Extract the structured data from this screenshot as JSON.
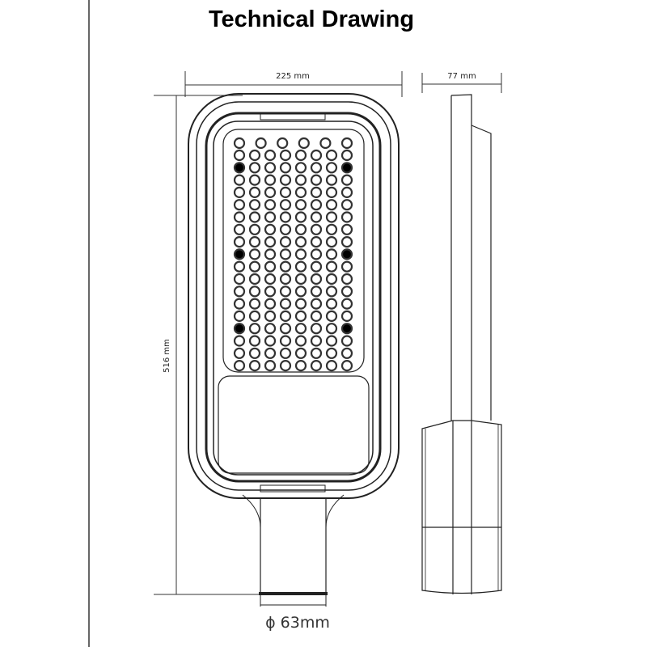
{
  "title": "Technical Drawing",
  "dimensions": {
    "width": "225 mm",
    "depth": "77 mm",
    "length": "516 mm",
    "pole_diameter": "ϕ 63mm"
  },
  "led_grid": {
    "columns": 8,
    "top_row_count": 6,
    "rows": 18,
    "marked_rows": [
      1,
      8,
      14
    ]
  }
}
